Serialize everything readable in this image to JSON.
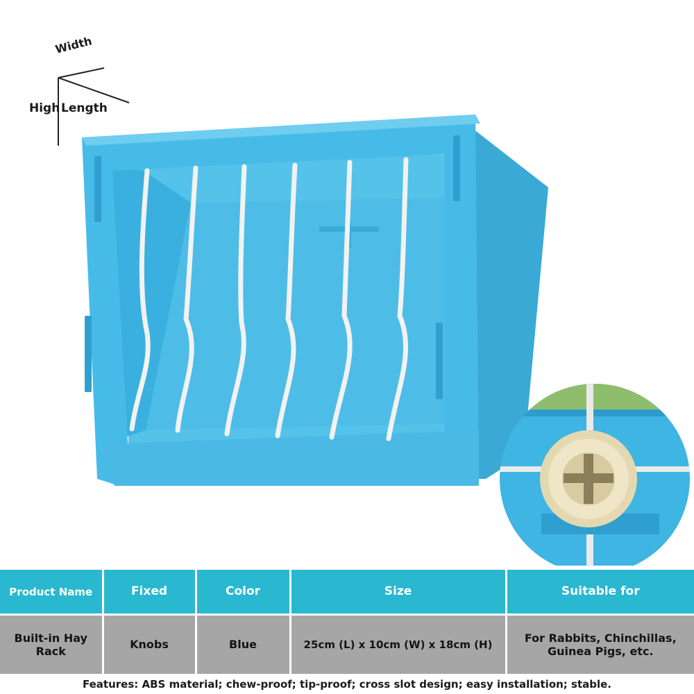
{
  "dimensions": {
    "width_label": "Width",
    "high_label": "High",
    "length_label": "Length"
  },
  "colors": {
    "rack_blue": "#3fb5e3",
    "rack_blue_dark": "#2f9fcf",
    "bar_white": "#f2f2f2",
    "knob_cream": "#efe6c8",
    "table_header": "#29b8cf",
    "table_row": "#a6a6a6"
  },
  "icons": {
    "rack": "hay-rack-illustration",
    "knob": "knob-closeup-icon"
  },
  "table": {
    "headers": [
      "Product Name",
      "Fixed",
      "Color",
      "Size",
      "Suitable for"
    ],
    "values": [
      "Built-in Hay Rack",
      "Knobs",
      "Blue",
      "25cm (L) x 10cm (W) x 18cm (H)",
      "For Rabbits, Chinchillas, Guinea Pigs, etc."
    ]
  },
  "features": "Features: ABS material; chew-proof; tip-proof; cross slot design; easy installation; stable."
}
